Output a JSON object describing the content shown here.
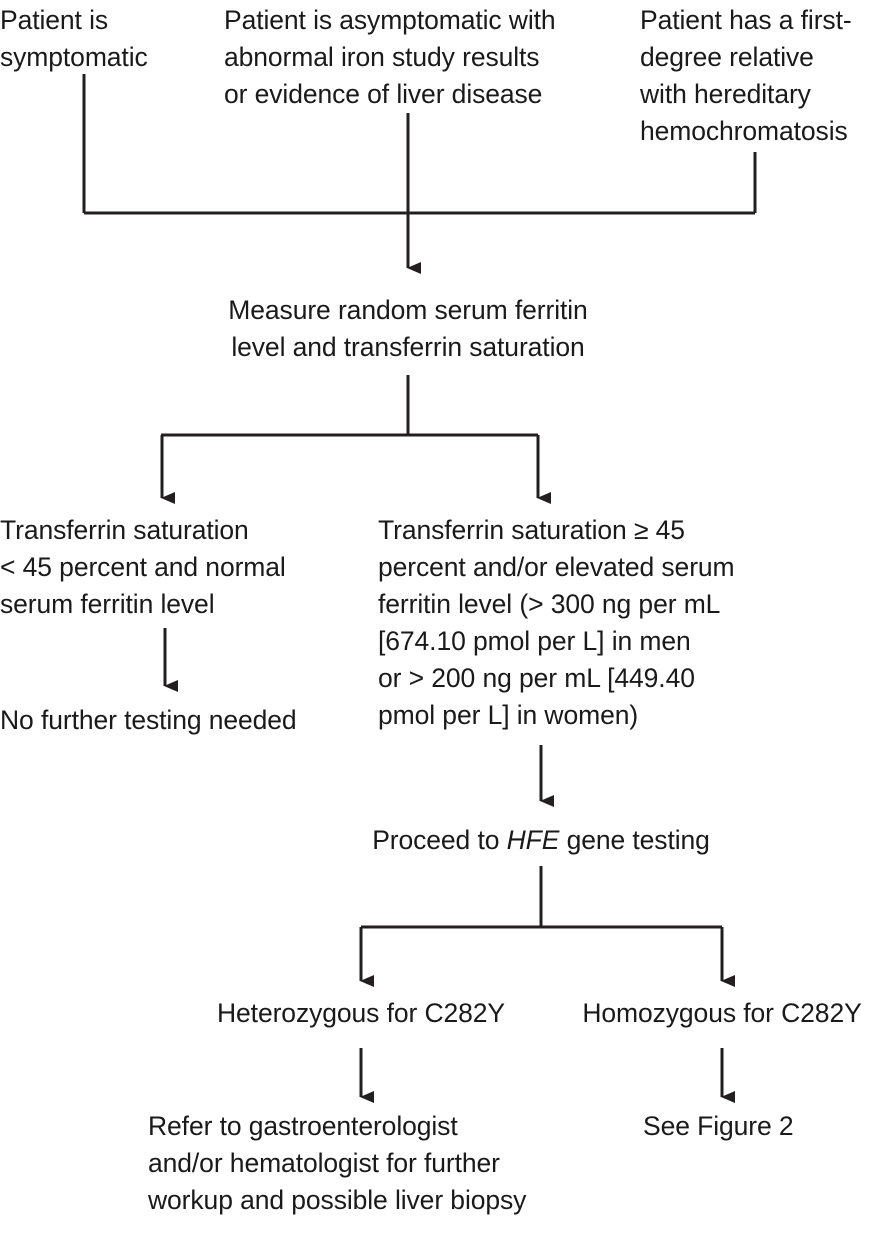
{
  "figure": {
    "title": "Hereditary hemochromatosis diagnostic algorithm",
    "type": "flowchart",
    "background_color": "#ffffff",
    "text_color": "#1a1a1a",
    "line_color": "#231f20"
  },
  "nodes": {
    "trigger_symptomatic": "Patient is\nsymptomatic",
    "trigger_asymptomatic": "Patient is asymptomatic with\nabnormal iron study results\nor evidence of liver disease",
    "trigger_family_history": "Patient has a first-\ndegree relative\nwith hereditary\nhemochromatosis",
    "measure_step": "Measure random serum ferritin\nlevel and transferrin saturation",
    "branch_normal": "Transferrin saturation\n< 45 percent and normal\nserum ferritin level",
    "branch_normal_outcome": "No further testing needed",
    "branch_elevated": "Transferrin saturation ≥ 45\npercent and/or elevated serum\nferritin level (> 300 ng per mL\n[674.10 pmol per L] in men\nor > 200 ng per mL [449.40\npmol per L] in women)",
    "gene_testing_prefix": "Proceed to ",
    "gene_testing_gene": "HFE",
    "gene_testing_suffix": " gene testing",
    "result_heterozygous": "Heterozygous for C282Y",
    "result_homozygous": "Homozygous for C282Y",
    "outcome_heterozygous": "Refer to gastroenterologist\nand/or hematologist for further\nworkup and possible liver biopsy",
    "outcome_homozygous": "See Figure 2"
  },
  "connectors": [
    {
      "name": "symptomatic-to-merge",
      "kind": "elbow-line"
    },
    {
      "name": "asymptomatic-to-measure",
      "kind": "arrow-down"
    },
    {
      "name": "family-history-to-merge",
      "kind": "elbow-line"
    },
    {
      "name": "merge-bar",
      "kind": "horizontal-bar"
    },
    {
      "name": "measure-to-split",
      "kind": "line-down"
    },
    {
      "name": "split-bar",
      "kind": "horizontal-bar"
    },
    {
      "name": "split-to-normal-branch",
      "kind": "arrow-down"
    },
    {
      "name": "split-to-elevated-branch",
      "kind": "arrow-down"
    },
    {
      "name": "normal-branch-to-outcome",
      "kind": "arrow-down"
    },
    {
      "name": "elevated-branch-to-gene-testing",
      "kind": "arrow-down"
    },
    {
      "name": "gene-testing-to-split",
      "kind": "line-down"
    },
    {
      "name": "gene-split-bar",
      "kind": "horizontal-bar"
    },
    {
      "name": "gene-split-to-heterozygous",
      "kind": "arrow-down"
    },
    {
      "name": "gene-split-to-homozygous",
      "kind": "arrow-down"
    },
    {
      "name": "heterozygous-to-outcome",
      "kind": "arrow-down"
    },
    {
      "name": "homozygous-to-outcome",
      "kind": "arrow-down"
    }
  ]
}
